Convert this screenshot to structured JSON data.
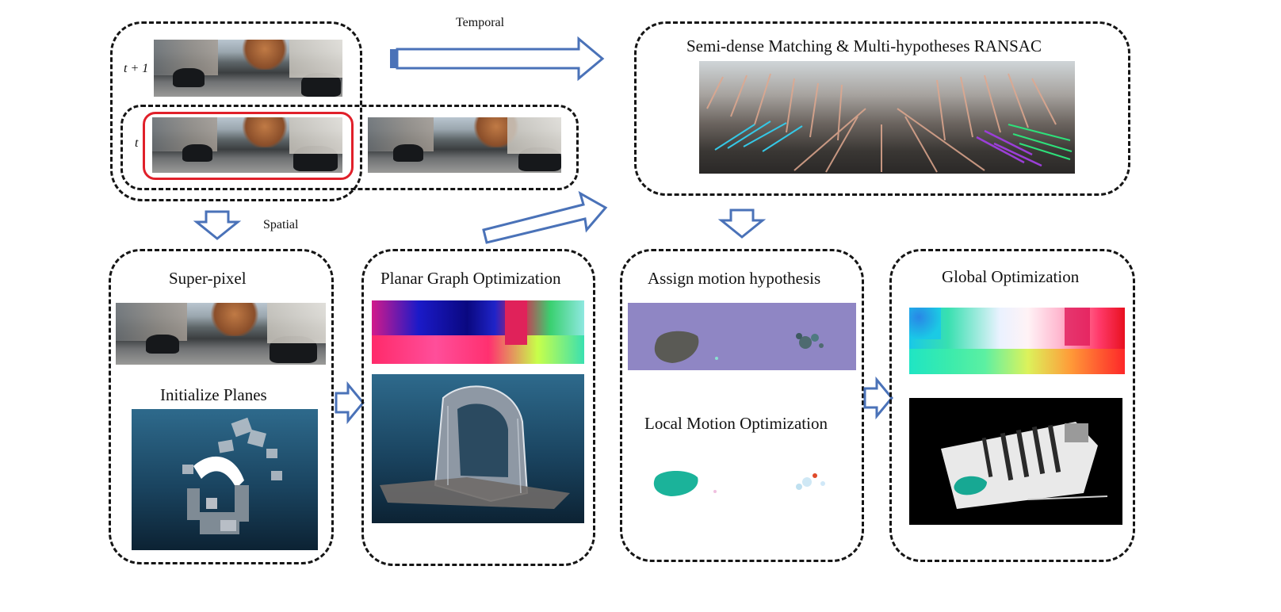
{
  "labels": {
    "temporal": "Temporal",
    "spatial": "Spatial",
    "t_plus_1": "t + 1",
    "t": "t",
    "matching": "Semi-dense Matching & Multi-hypotheses RANSAC",
    "superpixel": "Super-pixel",
    "initialize_planes": "Initialize Planes",
    "planar_graph": "Planar Graph Optimization",
    "assign_motion": "Assign motion hypothesis",
    "local_motion": "Local Motion Optimization",
    "global_opt": "Global Optimization"
  },
  "colors": {
    "arrow_stroke": "#4a72b8",
    "dashed_border": "#151515",
    "highlight": "#e0202a",
    "motion_bg": "#8f86c4",
    "sky_top": "#3a6f8f",
    "sky_bottom": "#0d2233"
  }
}
